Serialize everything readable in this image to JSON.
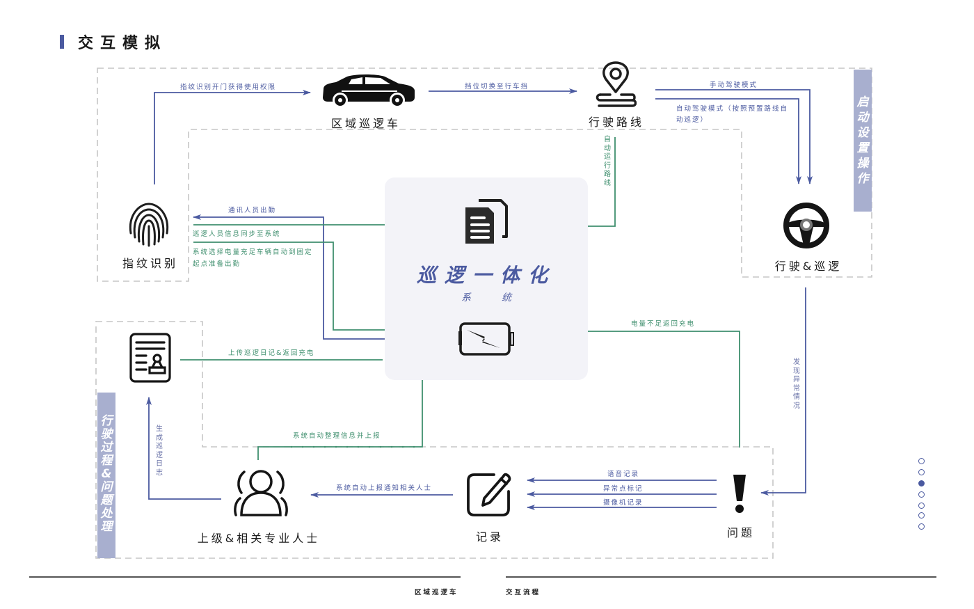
{
  "header": {
    "title": "交互模拟"
  },
  "colors": {
    "accent_blue": "#4b5aa0",
    "accent_green": "#3f8f6e",
    "section_tab": "#a8afcf",
    "dashed_border": "#c8c8c8",
    "panel_bg": "#f3f3f8"
  },
  "nodes": {
    "fingerprint": {
      "label": "指纹识别",
      "icon": "fingerprint-icon"
    },
    "patrol_car": {
      "label": "区域巡逻车",
      "icon": "car-icon"
    },
    "driving_route": {
      "label": "行驶路线",
      "icon": "route-pin-icon"
    },
    "drive_patrol": {
      "label": "行驶&巡逻",
      "icon": "steering-wheel-icon"
    },
    "problem": {
      "label": "问题",
      "icon": "exclamation-icon"
    },
    "record": {
      "label": "记录",
      "icon": "edit-note-icon"
    },
    "supervisor": {
      "label": "上级&相关专业人士",
      "icon": "user-group-icon"
    },
    "patrol_log": {
      "icon": "document-stamp-icon"
    }
  },
  "center": {
    "title": "巡逻一体化",
    "subtitle": "系统",
    "top_icon": "documents-icon",
    "bottom_icon": "battery-charging-icon"
  },
  "edges": {
    "fingerprint_to_car": "指纹识别开门获得使用权限",
    "car_to_route": "挡位切换至行车挡",
    "manual_mode": "手动驾驶模式",
    "auto_mode": "自动驾驶模式（按照预置路线自动巡逻）",
    "auto_route": "自动运行路线",
    "staff_on_duty": "通讯人员出勤",
    "sync_info": "巡逻人员信息同步至系统",
    "select_vehicle": "系统选择电量充足车辆自动到固定起点准备出勤",
    "low_battery": "电量不足返回充电",
    "found_anomaly": "发现异常情况",
    "upload_log": "上传巡逻日记&返回充电",
    "auto_report": "系统自动整理信息并上报",
    "voice_record": "语音记录",
    "anomaly_mark": "异常点标记",
    "camera_record": "摄像机记录",
    "notify_staff": "系统自动上报通知相关人士",
    "generate_log": "生成巡逻日志"
  },
  "sections": {
    "startup": "启动设置操作",
    "process": "行驶过程&问题处理"
  },
  "pager": {
    "count": 7,
    "active_index": 2
  },
  "footer": {
    "left": "区域巡逻车",
    "right": "交互流程"
  }
}
